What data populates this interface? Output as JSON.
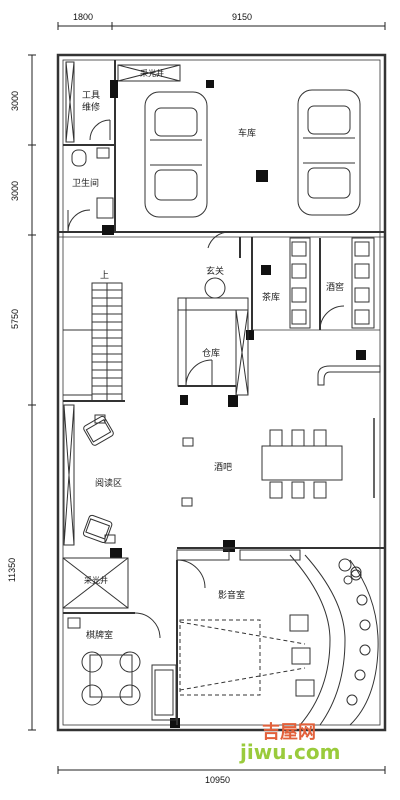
{
  "dimensions": {
    "top_left": "1800",
    "top_right": "9150",
    "left": [
      "3000",
      "3000",
      "5750",
      "11350"
    ],
    "bottom": "10950"
  },
  "rooms": {
    "garage": "车库",
    "skylight_top": "采光井",
    "tool_repair_1": "工具",
    "tool_repair_2": "维修",
    "bathroom": "卫生间",
    "entrance": "玄关",
    "tea_room": "茶库",
    "wine_cellar": "酒窖",
    "storage": "仓库",
    "reading_area": "阅读区",
    "bar": "酒吧",
    "skylight_bottom": "采光井",
    "chess_room": "棋牌室",
    "theater": "影音室",
    "stair_up": "上"
  },
  "watermark": {
    "brand_cn": "吉屋网",
    "brand_url": "jiwu.com",
    "accent": "#e2603a",
    "accent2": "#9acb3c"
  }
}
